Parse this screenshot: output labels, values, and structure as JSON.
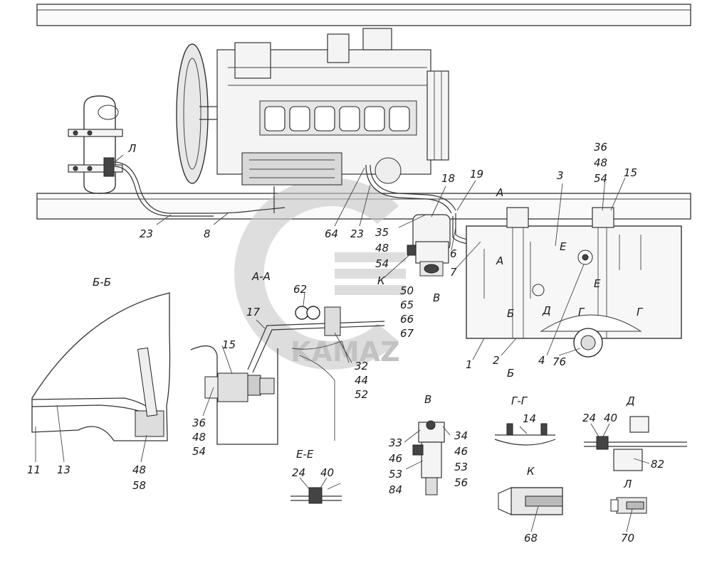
{
  "diagram": {
    "background": "#ffffff",
    "line_color": "#333333",
    "watermark": {
      "text": "KAMAZ",
      "color": "#b8b8b8"
    },
    "section_titles": [
      {
        "id": "bb",
        "text": "Б-Б"
      },
      {
        "id": "aa",
        "text": "А-А"
      },
      {
        "id": "v",
        "text": "В"
      },
      {
        "id": "gg",
        "text": "Г-Г"
      },
      {
        "id": "d",
        "text": "Д"
      },
      {
        "id": "ee",
        "text": "Е-Е"
      },
      {
        "id": "k",
        "text": "К"
      },
      {
        "id": "l",
        "text": "Л"
      }
    ],
    "callouts": [
      "Л",
      "23",
      "8",
      "64",
      "23",
      "35",
      "48",
      "54",
      "18",
      "19",
      "6",
      "7",
      "К",
      "50",
      "65",
      "66",
      "67",
      "В",
      "3",
      "А",
      "А",
      "Е",
      "Е",
      "Д",
      "Г",
      "Г",
      "Б",
      "Б",
      "36",
      "48",
      "54",
      "15",
      "1",
      "2",
      "4",
      "76",
      "62",
      "17",
      "15",
      "32",
      "44",
      "52",
      "36",
      "48",
      "54",
      "11",
      "13",
      "48",
      "58",
      "33",
      "46",
      "53",
      "84",
      "34",
      "46",
      "53",
      "56",
      "14",
      "24",
      "40",
      "82",
      "24",
      "40",
      "68",
      "70"
    ]
  }
}
